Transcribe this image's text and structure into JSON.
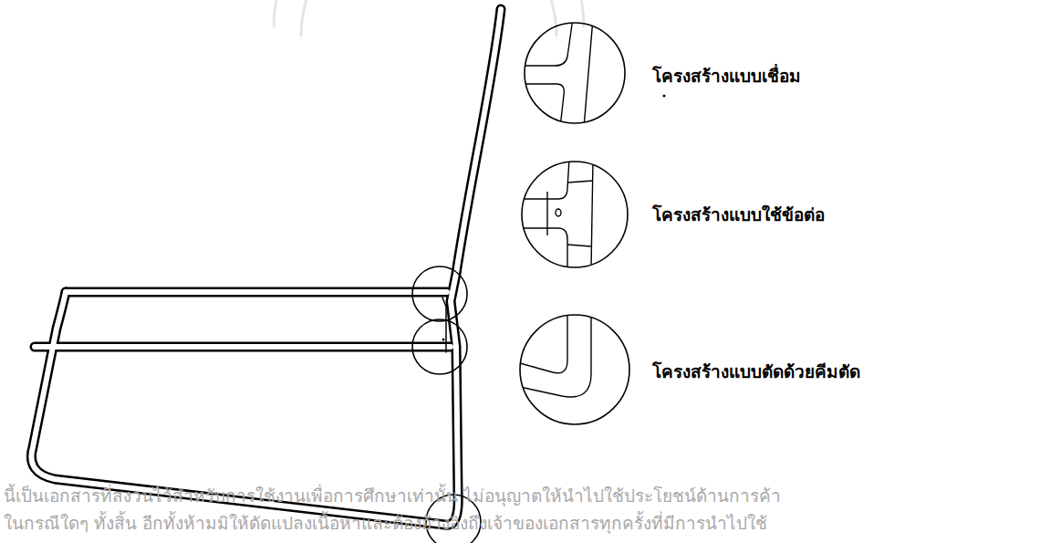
{
  "diagram": {
    "labels": [
      "โครงสร้างแบบเชื่อม",
      "โครงสร้างแบบใช้ข้อต่อ",
      "โครงสร้างแบบตัดด้วยคีมตัด",
      "นี้เป็นเอกสารที่สงวนไว้สำหรับการใช้งานเพื่อการศึกษาเท่านั้น ไม่อนุญาตให้นำไปใช้ประโยชน์ด้านการค้า",
      "ในกรณีใดๆ ทั้งสิ้น อีกทั้งห้ามมิให้ดัดแปลงเนื้อหาและต้องอ้างอิงถึงเจ้าของเอกสารทุกครั้งที่มีการนำไปใช้"
    ]
  }
}
